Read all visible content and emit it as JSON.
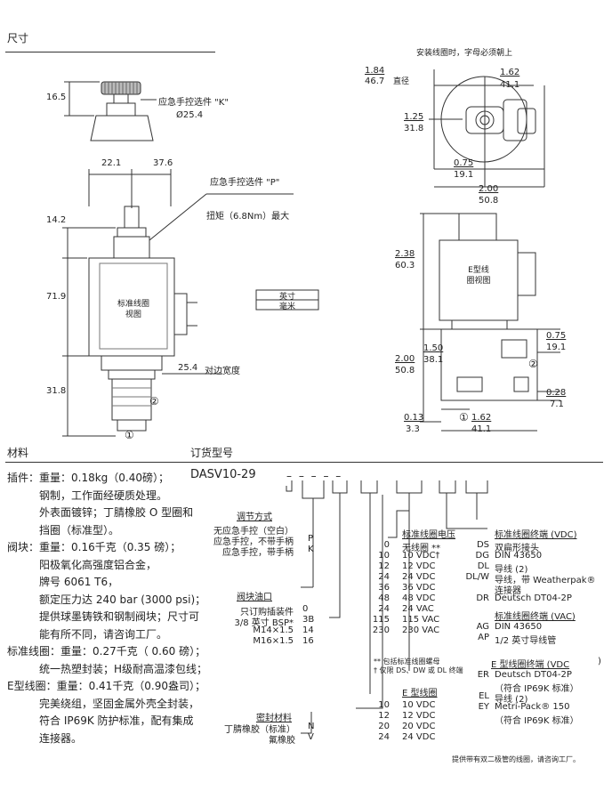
{
  "headings": {
    "dimensions": "尺寸",
    "materials": "材料",
    "ordering": "订货型号"
  },
  "drawing": {
    "install_note": "安装线圈时，字母必须朝上",
    "override_k_label": "应急手控选件 \"K\"",
    "override_k_dim": "16.5",
    "override_k_diameter": "Ø25.4",
    "override_p_label": "应急手控选件 \"P\"",
    "dim_22_1": "22.1",
    "dim_37_6": "37.6",
    "dim_14_2": "14.2",
    "torque_label": "扭矩（6.8Nm）最大",
    "dim_71_9": "71.9",
    "std_coil_view": "标准线圈\n视图",
    "legend_inch": "英寸",
    "legend_mm": "毫米",
    "dim_25_4": "25.4",
    "hex_label": "对边宽度",
    "dim_31_8": "31.8",
    "port_2": "②",
    "port_1": "①",
    "right_1_84": "1.84",
    "right_46_7": "46.7",
    "right_diameter": "直径",
    "right_1_62": "1.62",
    "right_41_1": "41.1",
    "right_1_25": "1.25",
    "right_31_8": "31.8",
    "right_0_75a": "0.75",
    "right_19_1a": "19.1",
    "right_2_00a": "2.00",
    "right_50_8a": "50.8",
    "right_2_38": "2.38",
    "right_60_3": "60.3",
    "e_coil_view": "E型线\n圈视图",
    "right_0_75b": "0.75",
    "right_19_1b": "19.1",
    "right_1_50": "1.50",
    "right_38_1": "38.1",
    "right_2_00b": "2.00",
    "right_50_8b": "50.8",
    "right_0_28": "0.28",
    "right_7_1": "7.1",
    "right_0_13": "0.13",
    "right_3_3": "3.3",
    "right_1_62b": "1.62",
    "right_41_1b": "41.1"
  },
  "materials": [
    "插件：重量：0.18kg（0.40磅）；",
    "　　　钢制，工作面经硬质处理。",
    "　　　外表面镀锌；丁腈橡胶 O 型圈和",
    "　　　挡圈（标准型）。",
    "阀块：重量：0.16千克（0.35 磅）；",
    "　　　阳极氧化高强度铝合金，",
    "　　　牌号 6061 T6，",
    "　　　额定压力达 240 bar (3000 psi)；",
    "　　　提供球墨铸铁和钢制阀块；尺寸可",
    "　　　能有所不同，请咨询工厂。",
    "标准线圈：重量：0.27千克（ 0.60 磅）；",
    "　　　统一热塑封装；H级耐高温漆包线；",
    "E型线圈：重量：0.41千克（0.90盎司）；",
    "　　　完美绕组，坚固金属外壳全封装，",
    "　　　符合 IP69K 防护标准，配有集成",
    "　　　连接器。"
  ],
  "ordering": {
    "model": "DASV10-29",
    "dashes": "–   –   –   –   –",
    "adjust": {
      "title": "调节方式",
      "rows": [
        {
          "label": "无应急手控（空白）",
          "code": ""
        },
        {
          "label": "应急手控，不带手柄",
          "code": "P"
        },
        {
          "label": "应急手控，带手柄",
          "code": "K"
        }
      ]
    },
    "port": {
      "title": "阀块油口",
      "rows": [
        {
          "label": "只订购插装件",
          "code": "0"
        },
        {
          "label": "3/8 英寸 BSP*",
          "code": "3B"
        },
        {
          "label": "M14×1.5",
          "code": "14"
        },
        {
          "label": "M16×1.5",
          "code": "16"
        }
      ]
    },
    "seal": {
      "title": "密封材料",
      "rows": [
        {
          "label": "丁腈橡胶（标准）",
          "code": "N"
        },
        {
          "label": "氟橡胶",
          "code": "V"
        }
      ]
    },
    "std_voltage": {
      "title": "标准线圈电压",
      "rows": [
        {
          "code": "0",
          "label": "无线圈 **"
        },
        {
          "code": "10",
          "label": "10 VDC†"
        },
        {
          "code": "12",
          "label": "12 VDC"
        },
        {
          "code": "24",
          "label": "24 VDC"
        },
        {
          "code": "36",
          "label": "36 VDC"
        },
        {
          "code": "48",
          "label": "48 VDC"
        },
        {
          "code": "24",
          "label": "24 VAC"
        },
        {
          "code": "115",
          "label": "115 VAC"
        },
        {
          "code": "230",
          "label": "230 VAC"
        }
      ],
      "note1": "** 包括标准线圈螺母",
      "note2": "† 仅限 DS、DW 或 DL 终端"
    },
    "e_coil": {
      "title": "E 型线圈",
      "rows": [
        {
          "code": "10",
          "label": "10 VDC"
        },
        {
          "code": "12",
          "label": "12 VDC"
        },
        {
          "code": "20",
          "label": "20 VDC"
        },
        {
          "code": "24",
          "label": "24 VDC"
        }
      ]
    },
    "std_term_vdc": {
      "title": "标准线圈终端 (VDC)",
      "rows": [
        {
          "code": "DS",
          "label": "双扁形接头"
        },
        {
          "code": "DG",
          "label": "DIN 43650"
        },
        {
          "code": "DL",
          "label": "导线 (2)"
        },
        {
          "code": "DL/W",
          "label": "导线，带 Weatherpak®"
        },
        {
          "code": "",
          "label": "连接器"
        },
        {
          "code": "DR",
          "label": "Deutsch DT04-2P"
        }
      ]
    },
    "std_term_vac": {
      "title": "标准线圈终端 (VAC)",
      "rows": [
        {
          "code": "AG",
          "label": "DIN 43650"
        },
        {
          "code": "AP",
          "label": "1/2 英寸导线管"
        }
      ]
    },
    "e_term": {
      "title": "E 型线圈终端 (VDC",
      "paren": ")",
      "rows": [
        {
          "code": "ER",
          "label": "Deutsch DT04-2P"
        },
        {
          "code": "",
          "label": "（符合 IP69K 标准）"
        },
        {
          "code": "EL",
          "label": "导线 (2)"
        },
        {
          "code": "EY",
          "label": "Metri-Pack® 150"
        },
        {
          "code": "",
          "label": "（符合 IP69K 标准）"
        }
      ]
    },
    "footer_note": "提供带有双二极管的线圈，请咨询工厂。"
  }
}
